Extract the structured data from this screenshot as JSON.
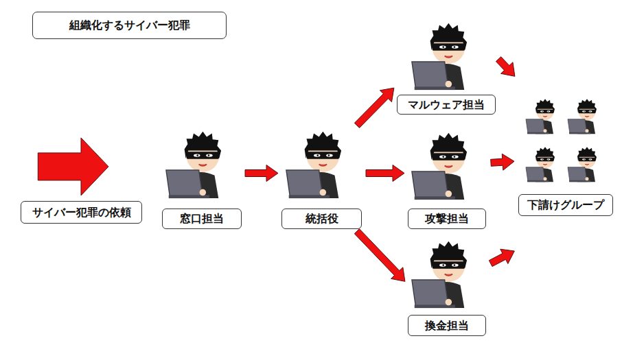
{
  "diagram": {
    "title": "組織化するサイバー犯罪",
    "nodes": [
      {
        "text": [
          "サイバー犯罪の依頼"
        ]
      },
      {
        "text": [
          "窓口担当"
        ]
      },
      {
        "text": [
          "統括役"
        ]
      },
      {
        "text": [
          "マルウェア担当"
        ]
      },
      {
        "text": [
          "攻撃担当"
        ]
      },
      {
        "text": [
          "換金担当"
        ]
      },
      {
        "text": [
          "下請けグループ"
        ]
      }
    ],
    "edges": [
      {
        "from": 0,
        "to": 1,
        "arrow": "to"
      },
      {
        "from": 1,
        "to": 2,
        "arrow": "to"
      },
      {
        "from": 2,
        "to": 3,
        "arrow": "to"
      },
      {
        "from": 2,
        "to": 4,
        "arrow": "to"
      },
      {
        "from": 2,
        "to": 5,
        "arrow": "to"
      },
      {
        "from": 3,
        "to": 6,
        "arrow": "to"
      },
      {
        "from": 4,
        "to": 6,
        "arrow": "to"
      },
      {
        "from": 5,
        "to": 6,
        "arrow": "to"
      }
    ]
  }
}
